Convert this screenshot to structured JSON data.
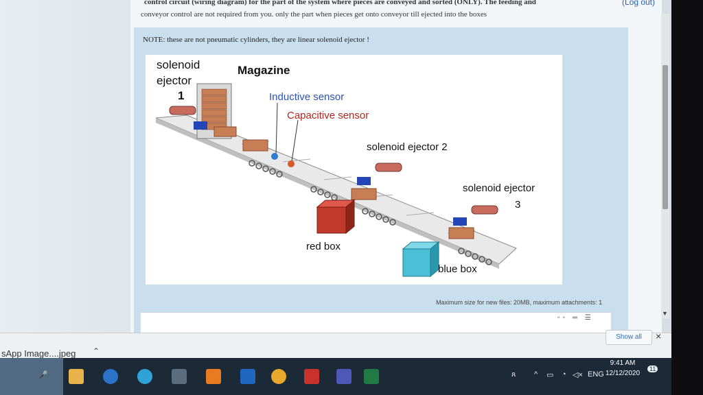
{
  "header": {
    "line1": "control circuit (wiring diagram) for the part of the system where pieces are conveyed and sorted (ONLY). The feeding and",
    "line2": "conveyor control are not required from you. only the part when pieces get onto conveyor till ejected into the boxes",
    "logout": "(Log out)"
  },
  "note": "NOTE: these are not pneumatic cylinders, they are linear solenoid ejector !",
  "diagram": {
    "solenoid1_a": "solenoid",
    "solenoid1_b": "ejector",
    "solenoid1_num": "1",
    "magazine": "Magazine",
    "inductive": "Inductive sensor",
    "capacitive": "Capacitive sensor",
    "solenoid2": "solenoid ejector 2",
    "solenoid3": "solenoid ejector",
    "solenoid3_num": "3",
    "red_box": "red box",
    "blue_box": "blue box"
  },
  "editor": {
    "max_size": "Maximum size for new files: 20MB, maximum attachments: 1"
  },
  "downloads": {
    "file_name": "sApp Image....jpeg",
    "show_all": "Show all",
    "close": "×"
  },
  "taskbar": {
    "language": "ENG",
    "time": "9:41 AM",
    "date": "12/12/2020",
    "notif_count": "11"
  },
  "colors": {
    "panel": "#c9dfee",
    "taskbar": "#1c2a38",
    "red_box": "#c0392b",
    "blue_box": "#4bbfd6"
  }
}
